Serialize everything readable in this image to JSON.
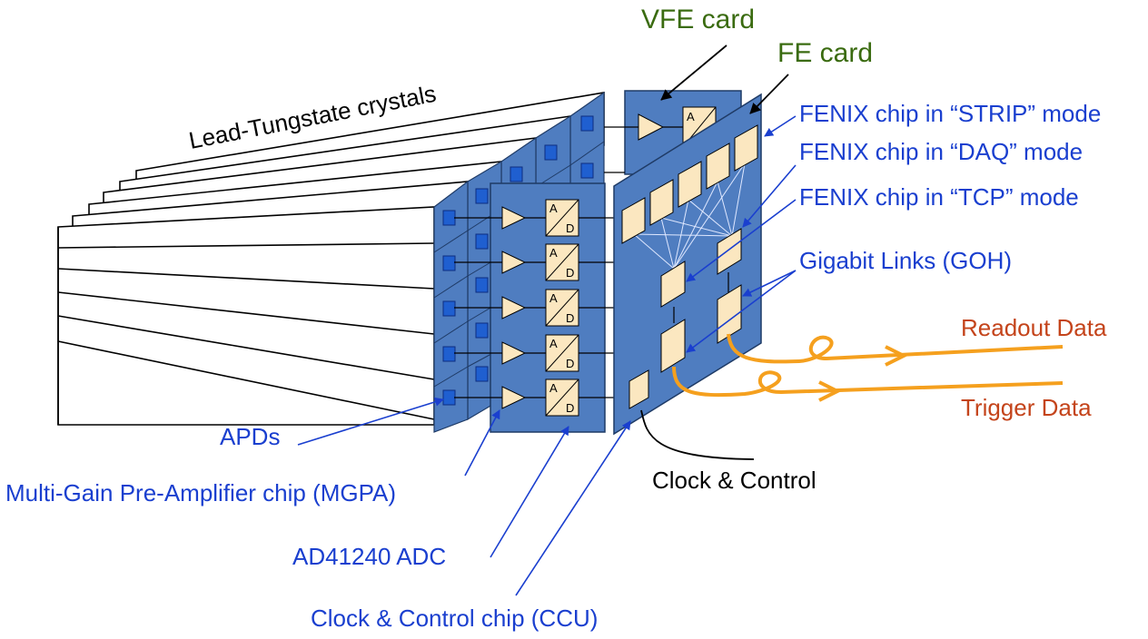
{
  "labels": {
    "crystals": "Lead-Tungstate crystals",
    "vfe_card": "VFE card",
    "fe_card": "FE card",
    "fenix_strip": "FENIX chip in “STRIP” mode",
    "fenix_daq": "FENIX chip in “DAQ” mode",
    "fenix_tcp": "FENIX chip in “TCP” mode",
    "gigabit_links": "Gigabit Links (GOH)",
    "readout_data": "Readout  Data",
    "trigger_data": "Trigger Data",
    "clock_control": "Clock & Control",
    "apds": "APDs",
    "mgpa": "Multi-Gain Pre-Amplifier chip (MGPA)",
    "adc": "AD41240 ADC",
    "ccu": "Clock & Control chip (CCU)",
    "adc_a": "A",
    "adc_d": "D"
  },
  "colors": {
    "card_blue": "#4f7dc0",
    "card_edge": "#1f3b66",
    "chip_fill": "#fbe7c0",
    "apd_blue": "#1f5fd0",
    "arrow_blue": "#1a3fcf",
    "label_blue": "#1a3fcf",
    "label_green": "#3a6b10",
    "label_orange": "#c4441b",
    "data_orange": "#f5a01e"
  }
}
